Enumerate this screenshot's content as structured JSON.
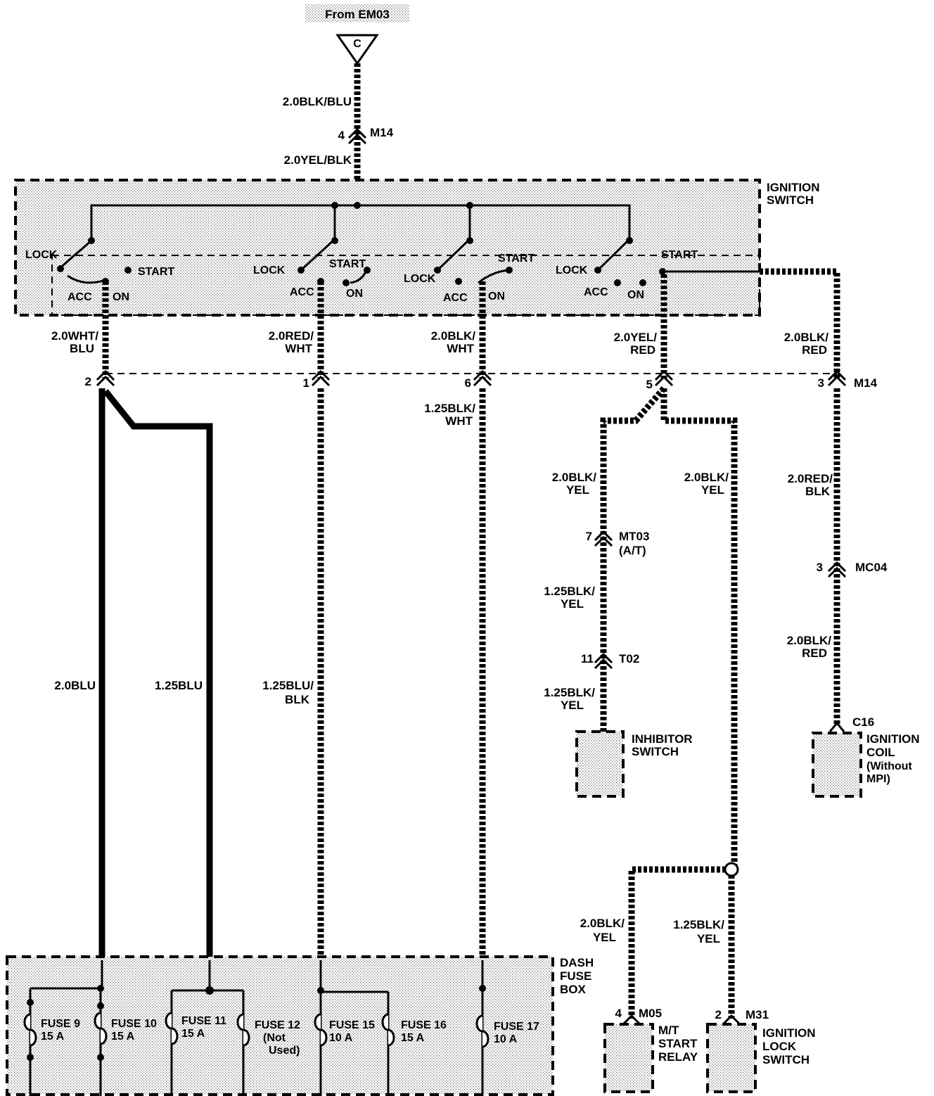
{
  "title": "From EM03",
  "connector_c": "C",
  "top_wires": {
    "w1": "2.0BLK/BLU",
    "w2": "2.0YEL/BLK"
  },
  "m14_top": {
    "pin": "4",
    "name": "M14"
  },
  "ignition_switch": {
    "line1": "IGNITION",
    "line2": "SWITCH"
  },
  "switch_pos": {
    "lock": "LOCK",
    "acc": "ACC",
    "on": "ON",
    "start": "START"
  },
  "out_wires": {
    "a1": "2.0WHT/",
    "a2": "BLU",
    "b1": "2.0RED/",
    "b2": "WHT",
    "c1": "2.0BLK/",
    "c2": "WHT",
    "d1": "2.0YEL/",
    "d2": "RED",
    "e1": "2.0BLK/",
    "e2": "RED"
  },
  "pins_row": {
    "p2": "2",
    "p1": "1",
    "p6": "6",
    "p5": "5",
    "p3": "3",
    "m14": "M14"
  },
  "mid_wires": {
    "c_1": "1.25BLK/",
    "c_2": "WHT",
    "blu": "2.0BLU",
    "blu125": "1.25BLU",
    "bb1": "1.25BLU/",
    "bb2": "BLK",
    "y1a": "2.0BLK/",
    "y1b": "YEL",
    "y2a": "2.0BLK/",
    "y2b": "YEL",
    "rb1": "2.0RED/",
    "rb2": "BLK",
    "y3a": "1.25BLK/",
    "y3b": "YEL",
    "y4a": "1.25BLK/",
    "y4b": "YEL",
    "br1": "2.0BLK/",
    "br2": "RED",
    "y5a": "2.0BLK/",
    "y5b": "YEL",
    "y6a": "1.25BLK/",
    "y6b": "YEL"
  },
  "mt03": {
    "pin": "7",
    "name": "MT03",
    "sub": "(A/T)"
  },
  "t02": {
    "pin": "11",
    "name": "T02"
  },
  "mc04": {
    "pin": "3",
    "name": "MC04"
  },
  "inhibitor": {
    "l1": "INHIBITOR",
    "l2": "SWITCH"
  },
  "c16": {
    "name": "C16",
    "l1": "IGNITION",
    "l2": "COIL",
    "l3": "(Without",
    "l4": "MPI)"
  },
  "dash_fuse_box": {
    "l1": "DASH",
    "l2": "FUSE",
    "l3": "BOX"
  },
  "fuses": [
    {
      "name": "FUSE 9",
      "rating": "15 A"
    },
    {
      "name": "FUSE 10",
      "rating": "15 A"
    },
    {
      "name": "FUSE 11",
      "rating": "15 A"
    },
    {
      "name": "FUSE 12",
      "rating": "(Not",
      "extra": "Used)"
    },
    {
      "name": "FUSE 15",
      "rating": "10 A"
    },
    {
      "name": "FUSE 16",
      "rating": "15 A"
    },
    {
      "name": "FUSE 17",
      "rating": "10 A"
    }
  ],
  "m05": {
    "pin": "4",
    "name": "M05",
    "l1": "M/T",
    "l2": "START",
    "l3": "RELAY"
  },
  "m31": {
    "pin": "2",
    "name": "M31",
    "l1": "IGNITION",
    "l2": "LOCK",
    "l3": "SWITCH"
  }
}
